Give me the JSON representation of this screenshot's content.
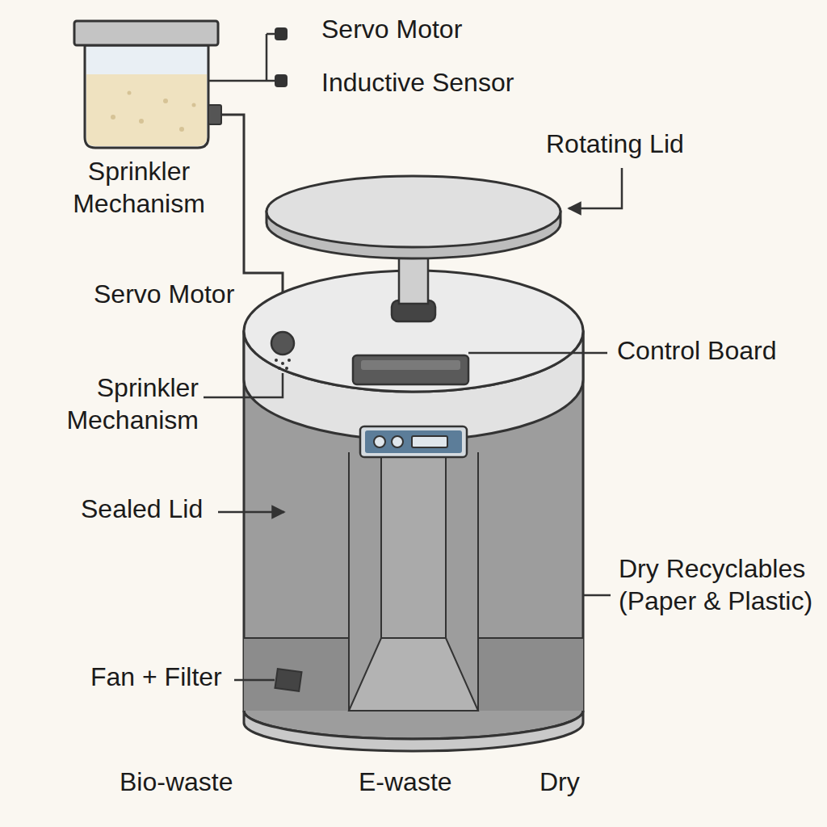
{
  "diagram": {
    "labels": [
      "Servo Motor",
      "Inductive Sensor",
      "Sprinkler Mechanism",
      "Rotating Lid",
      "Servo Motor",
      "Control Board",
      "Sprinkler Mechanism",
      "Sealed Lid",
      "Dry Recyclables (Paper & Plastic)",
      "Fan + Filter",
      "Bio-waste",
      "E-waste",
      "Dry"
    ]
  }
}
